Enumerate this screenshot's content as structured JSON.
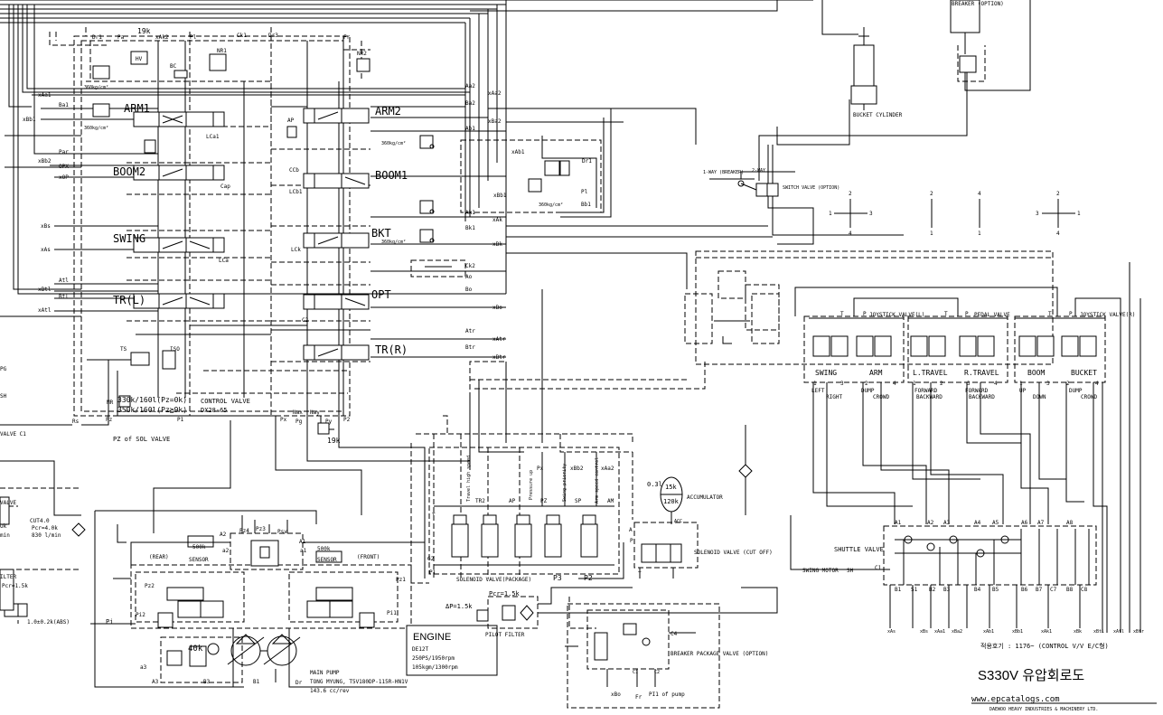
{
  "title_block": {
    "model": "S330V 유압회로도",
    "note": "적용호기 : 1176~  (CONTROL V/V E/C형)",
    "company": "DAEWOO HEAVY INDUSTRIES & MACHINERY LTD.",
    "watermark": "www.epcatalogs.com"
  },
  "control_valve": {
    "left_sections": [
      "ARM1",
      "BOOM2",
      "SWING",
      "TR(L)"
    ],
    "right_sections": [
      "ARM2",
      "BOOM1",
      "BKT",
      "OPT",
      "TR(R)"
    ],
    "label": "CONTROL VALVE",
    "model": "DX28-65",
    "relief_1": "330k/160l(Pz=0k)",
    "relief_2": "350k/160l(Pz≧9k)",
    "pz_sol": "PZ of SOL VALVE",
    "pressure_19k": "19k",
    "pressure_bottom_19k": "19k",
    "relief_360": "360kg/cm²",
    "nr1": "NR1",
    "nr2": "NR2",
    "hv": "HV",
    "bc": "BC",
    "ap": "AP",
    "ts": "TS",
    "iso": "ISO",
    "mr": "MR",
    "ports_top": [
      "Dr1",
      "Pa",
      "xAk2",
      "Pl",
      "Ck1",
      "Dr3",
      "Fr"
    ],
    "ports_left": [
      "xAa1",
      "xBb1",
      "Ba1",
      "Par",
      "xBb2",
      "OPX",
      "xOP",
      "xBs",
      "xAs",
      "Atl",
      "xBtl",
      "Btl",
      "xAtl",
      "Rs"
    ],
    "ports_right": [
      "Aa2",
      "xAa2",
      "Ba2",
      "xBa2",
      "Ab1",
      "Ak1",
      "xAk",
      "Bk1",
      "xBk",
      "Ck2",
      "Ao",
      "Bo",
      "xBo",
      "Atr",
      "xAtr",
      "Btr",
      "xBtr",
      "xAb1",
      "xBb1",
      "Bb1",
      "Dr1",
      "Pl"
    ],
    "ports_mid": [
      "LCa1",
      "Cap",
      "LCa",
      "CCb",
      "LCb1",
      "LCk",
      "C2"
    ],
    "ports_bottom": [
      "Pz",
      "P1",
      "Px",
      "Pg",
      "Nax",
      "Nay",
      "Py",
      "P2"
    ]
  },
  "bucket_cylinder": "BUCKET CYLINDER",
  "breaker_option": "BREAKER (OPTION)",
  "switch_valve": {
    "label": "SWITCH VALVE (OPTION)",
    "one_way": "1-WAY (BREAKER)",
    "two_way": "2-WAY"
  },
  "joystick_patterns": [
    {
      "top": "2",
      "left": "1",
      "right": "3",
      "bottom": "4"
    },
    {
      "top": "2",
      "bottom": "1"
    },
    {
      "top": "4",
      "bottom": "1"
    },
    {
      "top": "2",
      "left": "3",
      "right": "1",
      "bottom": "4"
    }
  ],
  "pilot_valves": {
    "joystick_l": "JOYSTICK VALVE(L)",
    "pedal": "PEDAL VALVE",
    "joystick_r": "JOYSTICK VALVE(R)",
    "t": "T",
    "p": "P",
    "labels": [
      "SWING",
      "ARM",
      "L.TRAVEL",
      "R.TRAVEL",
      "BOOM",
      "BUCKET"
    ],
    "directions": [
      "LEFT",
      "RIGHT",
      "DUMP",
      "CROWD",
      "FORWARD",
      "BACKWARD",
      "FORWARD",
      "BACKWARD",
      "UP",
      "DOWN",
      "DUMP",
      "CROWD"
    ],
    "ports": [
      "1",
      "3",
      "2",
      "4",
      "1",
      "2",
      "3",
      "4",
      "1",
      "3",
      "2",
      "4"
    ]
  },
  "shuttle_valve": {
    "label": "SHUTTLE VALVE",
    "swing_motor": "SWING MOTOR",
    "sh": "SH",
    "c1": "C1",
    "top_ports": [
      "A1",
      "A2",
      "A3",
      "A4",
      "A5",
      "A6",
      "A7",
      "A8"
    ],
    "bottom_ports": [
      "B1",
      "S1",
      "B2",
      "B3",
      "B4",
      "B5",
      "B6",
      "B7",
      "C7",
      "B8",
      "C8"
    ],
    "outputs": [
      "xAs",
      "xBs",
      "xAa1",
      "xBa2",
      "xAb1",
      "xBb1",
      "xAk1",
      "xBk",
      "xBtl",
      "xAtl",
      "xBtr"
    ]
  },
  "solenoid_valve": {
    "label": "SOLENOID VALVE(PACKAGE)",
    "functions": [
      "Travel high speed",
      "Pressure up",
      "Swing priority",
      "Arm speed control"
    ],
    "top_ports": [
      "Px",
      "xBb2",
      "xAa2"
    ],
    "codes": [
      "TR2",
      "AP",
      "PZ",
      "SP",
      "AM"
    ],
    "t": "T",
    "g2": "G2",
    "p1": "P1",
    "p3": "P3",
    "p2": "P2"
  },
  "accumulator": {
    "label": "ACCUMULATOR",
    "volume": "0.3l",
    "pressure_1": "15k",
    "pressure_2": "120k",
    "acc": "ACC"
  },
  "solenoid_cutoff": {
    "label": "SOLENOID VALVE (CUT OFF)",
    "p": "P",
    "a": "A",
    "t": "T"
  },
  "main_pump": {
    "label": "MAIN PUMP",
    "maker": "TONG MYUNG, T5V180DP-115R-HN1V",
    "displacement": "143.6 cc/rev",
    "rear": "(REAR)",
    "front": "(FRONT)",
    "sensor": "SENSOR",
    "sensor_rating": "500k",
    "ports": [
      "A2",
      "Pz4",
      "Pz3",
      "Psv",
      "A1",
      "a2",
      "a1",
      "Pz2",
      "Pz1",
      "Pi2",
      "Pi1",
      "a3",
      "A3",
      "B3",
      "B1",
      "Dr",
      "Fr",
      "Pi"
    ],
    "relief": "40k"
  },
  "engine": {
    "label": "ENGINE",
    "model": "DE12T",
    "power": "250PS/1950rpm",
    "torque": "105kgm/1300rpm"
  },
  "pilot_filter": {
    "label": "PILOT FILTER",
    "pcr": "Pcr=1.5k",
    "dp": "ΔP=1.5k"
  },
  "breaker_package": {
    "label": "BREAKER PACKAGE VALVE (OPTION)",
    "c4": "C4",
    "c1": "C1",
    "c2": "C2",
    "xbo": "xBo",
    "pi1": "PI1 of pump",
    "fr": "Fr"
  },
  "left_edge": {
    "pg": "PG",
    "sh": "SH",
    "valve_c1": "VALVE C1",
    "valve": "VALVE",
    "cut": "CUT4.0",
    "pcr": "Pcr=4.0k",
    "flow": "830 l/min",
    "ok": "Ok",
    "min": "min",
    "filter": "ILTER",
    "filter_pcr": "Pcr=1.5k",
    "abs": "1.0±0.2k(ABS)"
  }
}
